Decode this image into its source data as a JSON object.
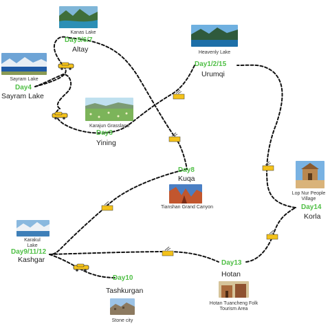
{
  "stops": {
    "altay": {
      "day": "Day5/6/7",
      "name": "Altay"
    },
    "sayram": {
      "day": "Day4",
      "name": "Sayram Lake"
    },
    "yining": {
      "day": "Day3",
      "name": "Yining"
    },
    "urumqi": {
      "day": "Day1/2/15",
      "name": "Urumqi"
    },
    "kuqa": {
      "day": "Day8",
      "name": "Kuqa"
    },
    "korla": {
      "day": "Day14",
      "name": "Korla"
    },
    "kashgar": {
      "day": "Day9/11/12",
      "name": "Kashgar"
    },
    "hotan": {
      "day": "Day13",
      "name": "Hotan"
    },
    "tashkurgan": {
      "day": "Day10",
      "name": "Tashkurgan"
    }
  },
  "attractions": {
    "kanas": "Kanas Lake",
    "sayramLake": "Sayram Lake",
    "karajun": "Karajun Grassland",
    "heavenly": "Heavenly Lake",
    "tianshan": "Tianshan Grand Canyon",
    "lopnur": "Lop Nur People Village",
    "karakul": "Karakul Lake",
    "tuancheng": "Hotan Tuancheng Folk Tourism Area",
    "stonecity": "Stone city"
  },
  "colors": {
    "day_label": "#4fbf45",
    "route": "#111111",
    "vehicle": "#f4c21a"
  },
  "icons": [
    "car-icon",
    "plane-icon"
  ]
}
